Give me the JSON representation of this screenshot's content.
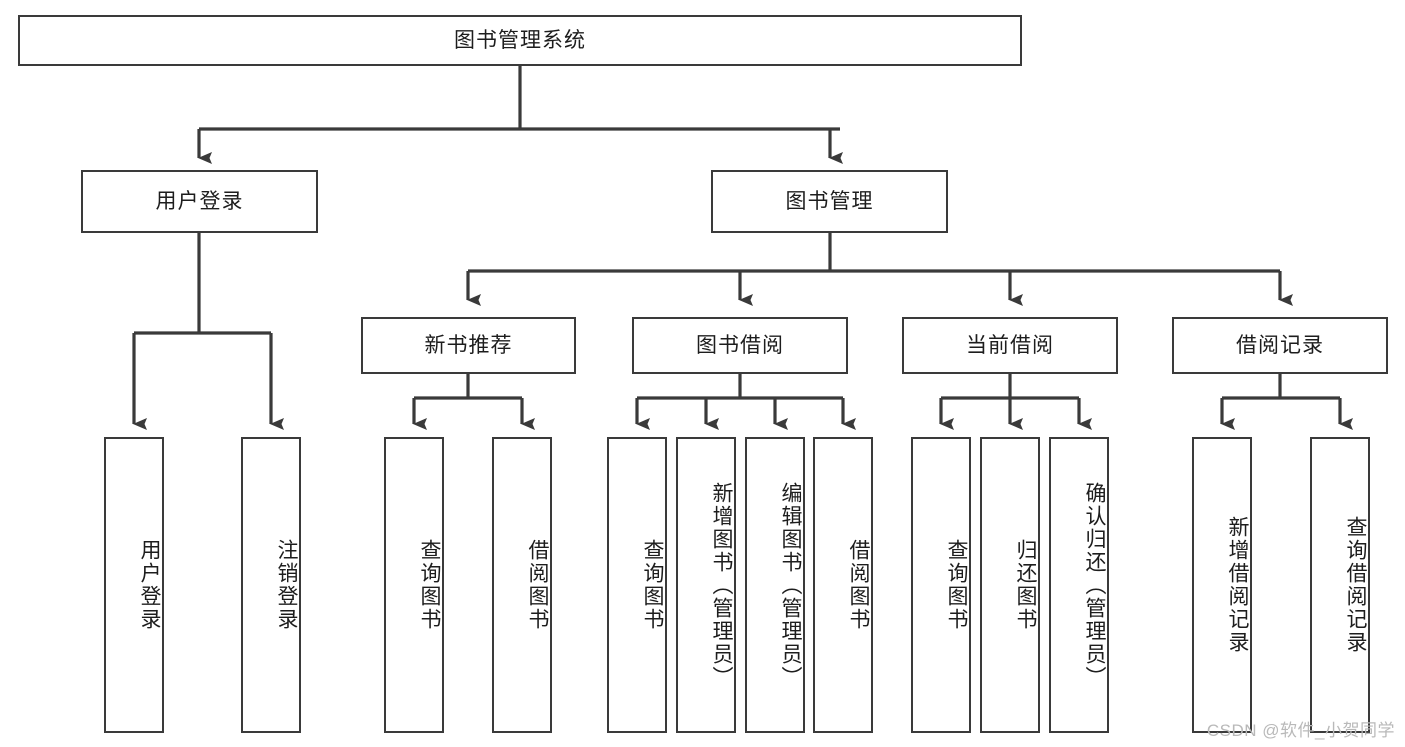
{
  "diagram": {
    "title": "图书管理系统",
    "type": "tree-hierarchy-chart",
    "colors": {
      "box_border": "#3a3a3a",
      "box_fill": "#ffffff",
      "connector": "#3a3a3a",
      "text": "#1d1d1d",
      "watermark": "#b9b9b9",
      "background": "#ffffff"
    },
    "root": {
      "label": "图书管理系统"
    },
    "level2": [
      {
        "id": "user-login",
        "label": "用户登录"
      },
      {
        "id": "book-management",
        "label": "图书管理"
      }
    ],
    "level3": [
      {
        "id": "new-book-recommend",
        "label": "新书推荐"
      },
      {
        "id": "book-borrow",
        "label": "图书借阅"
      },
      {
        "id": "current-borrow",
        "label": "当前借阅"
      },
      {
        "id": "borrow-record",
        "label": "借阅记录"
      }
    ],
    "leaves": {
      "user_login": [
        {
          "id": "leaf-user-login",
          "label": "用户登录"
        },
        {
          "id": "leaf-logout-login",
          "label": "注销登录"
        }
      ],
      "new_book_recommend": [
        {
          "id": "leaf-query-book-1",
          "label": "查询图书"
        },
        {
          "id": "leaf-borrow-book-1",
          "label": "借阅图书"
        }
      ],
      "book_borrow": [
        {
          "id": "leaf-query-book-2",
          "label": "查询图书"
        },
        {
          "id": "leaf-add-book",
          "label": "新增图书（管理员）"
        },
        {
          "id": "leaf-edit-book",
          "label": "编辑图书（管理员）"
        },
        {
          "id": "leaf-borrow-book-2",
          "label": "借阅图书"
        }
      ],
      "current_borrow": [
        {
          "id": "leaf-query-book-3",
          "label": "查询图书"
        },
        {
          "id": "leaf-return-book",
          "label": "归还图书"
        },
        {
          "id": "leaf-confirm-return",
          "label": "确认归还（管理员）"
        }
      ],
      "borrow_record": [
        {
          "id": "leaf-add-borrow-record",
          "label": "新增借阅记录"
        },
        {
          "id": "leaf-query-borrow-record",
          "label": "查询借阅记录"
        }
      ]
    },
    "watermark": "CSDN @软件_小贺同学"
  }
}
